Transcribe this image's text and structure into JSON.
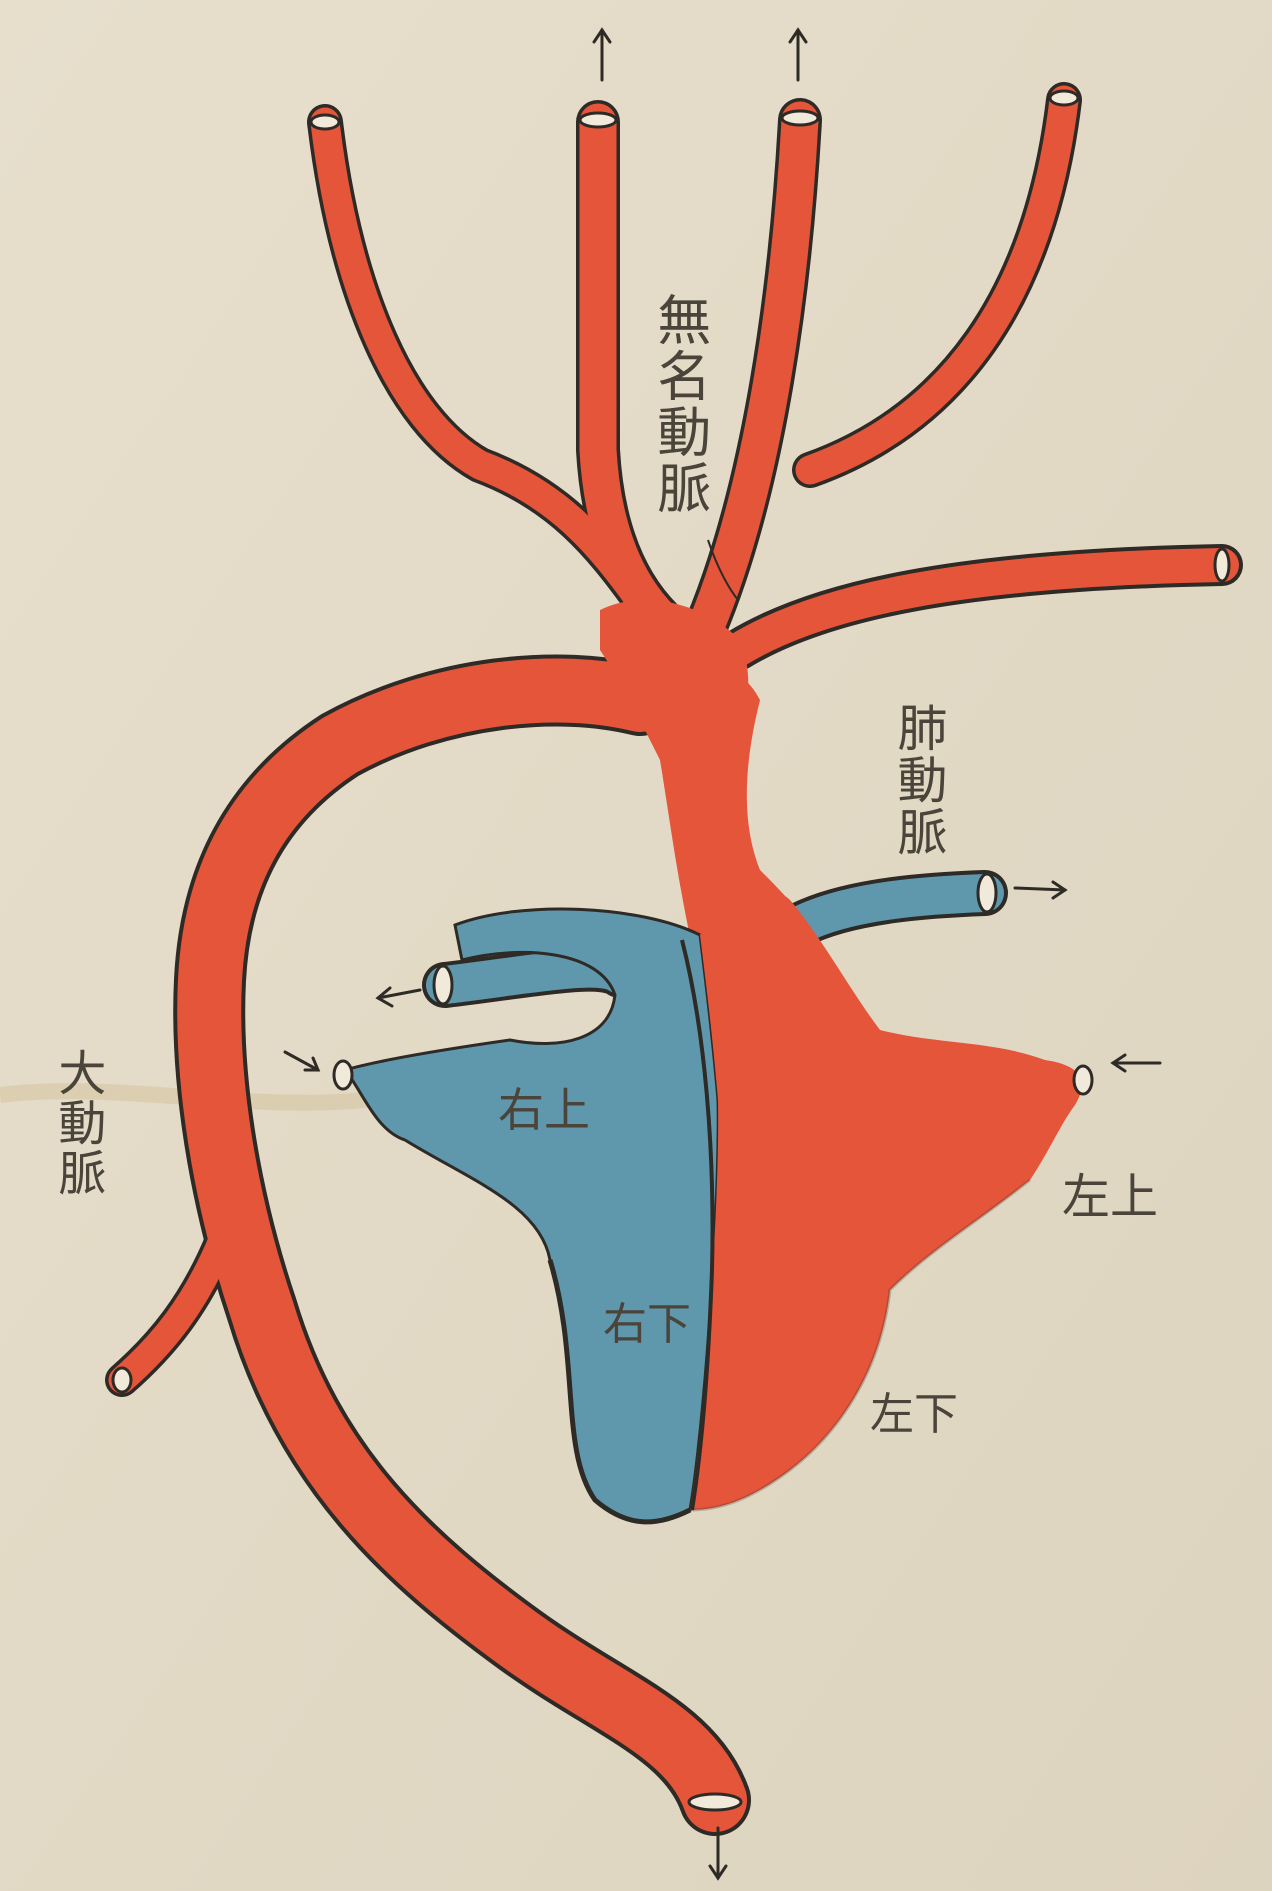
{
  "diagram": {
    "labels": {
      "innominate_artery": "無名動脈",
      "pulmonary_artery": "肺動脈",
      "aorta": "大動脈",
      "right_atrium": "右上",
      "right_ventricle": "右下",
      "left_atrium": "左上",
      "left_ventricle": "左下"
    },
    "colors": {
      "background": "#e4dcc8",
      "arterial_red": "#e5553a",
      "venous_blue": "#5f98ad",
      "outline": "#2e2a26",
      "ink": "#4a443a"
    }
  }
}
